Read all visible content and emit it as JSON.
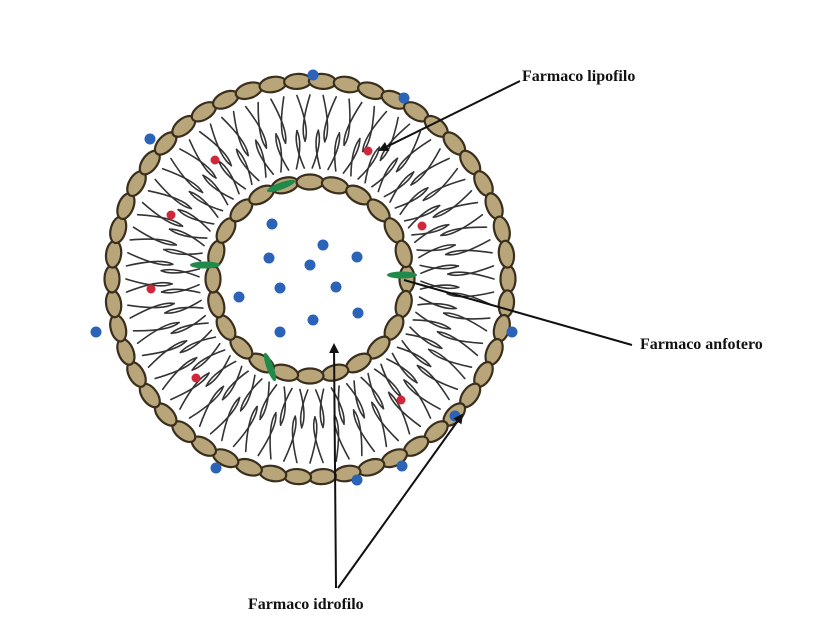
{
  "labels": {
    "lipofilo": "Farmaco lipofilo",
    "anfotero": "Farmaco anfotero",
    "idrofilo": "Farmaco idrofilo"
  },
  "colors": {
    "head_fill": "#b8a57a",
    "head_stroke": "#3a2e1c",
    "tail": "#333333",
    "hydrophilic_drug": "#2a63b8",
    "lipophilic_drug": "#d0283a",
    "amphoteric_drug": "#1f8a4a",
    "arrow": "#111111"
  },
  "icons": {
    "head": "phospholipid-head-ellipse",
    "drug": "drug-molecule-dot",
    "arrow": "pointer-arrow"
  }
}
